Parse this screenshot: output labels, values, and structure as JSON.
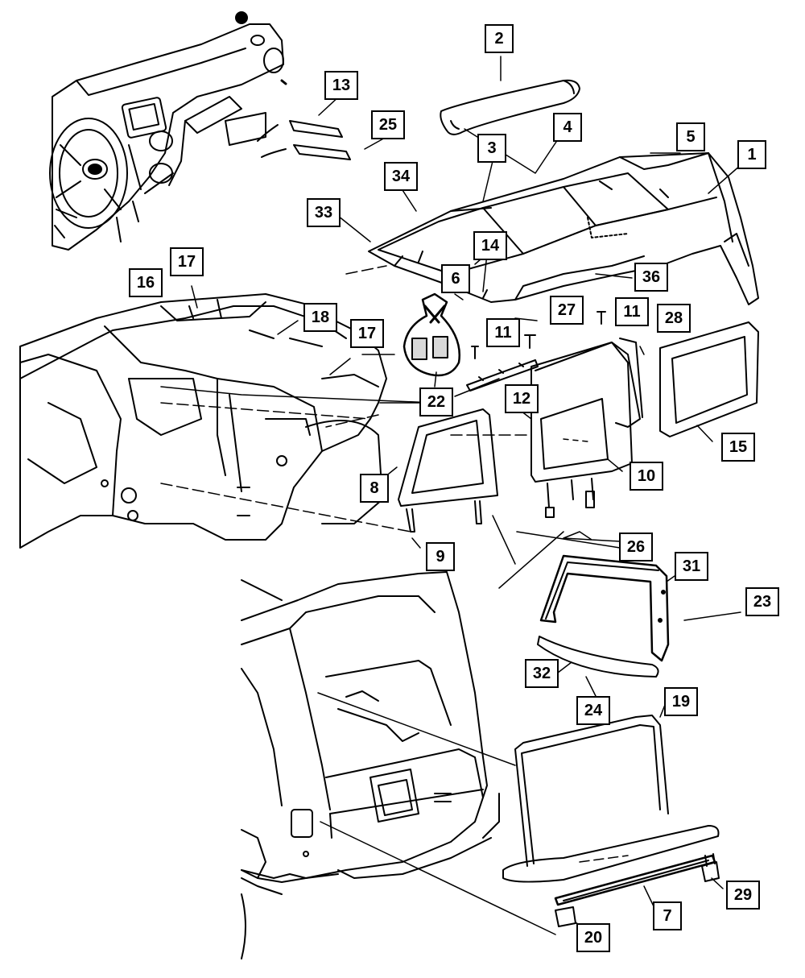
{
  "diagram": {
    "callouts": [
      {
        "id": "2",
        "label": "2"
      },
      {
        "id": "13",
        "label": "13"
      },
      {
        "id": "25",
        "label": "25"
      },
      {
        "id": "4",
        "label": "4"
      },
      {
        "id": "5",
        "label": "5"
      },
      {
        "id": "3",
        "label": "3"
      },
      {
        "id": "1",
        "label": "1"
      },
      {
        "id": "34",
        "label": "34"
      },
      {
        "id": "33",
        "label": "33"
      },
      {
        "id": "14",
        "label": "14"
      },
      {
        "id": "17a",
        "label": "17"
      },
      {
        "id": "16",
        "label": "16"
      },
      {
        "id": "6",
        "label": "6"
      },
      {
        "id": "36",
        "label": "36"
      },
      {
        "id": "18",
        "label": "18"
      },
      {
        "id": "27",
        "label": "27"
      },
      {
        "id": "11a",
        "label": "11"
      },
      {
        "id": "11b",
        "label": "11"
      },
      {
        "id": "28",
        "label": "28"
      },
      {
        "id": "17b",
        "label": "17"
      },
      {
        "id": "22",
        "label": "22"
      },
      {
        "id": "12",
        "label": "12"
      },
      {
        "id": "15",
        "label": "15"
      },
      {
        "id": "8",
        "label": "8"
      },
      {
        "id": "10",
        "label": "10"
      },
      {
        "id": "26",
        "label": "26"
      },
      {
        "id": "9",
        "label": "9"
      },
      {
        "id": "31",
        "label": "31"
      },
      {
        "id": "23",
        "label": "23"
      },
      {
        "id": "32",
        "label": "32"
      },
      {
        "id": "24",
        "label": "24"
      },
      {
        "id": "19",
        "label": "19"
      },
      {
        "id": "29",
        "label": "29"
      },
      {
        "id": "7",
        "label": "7"
      },
      {
        "id": "20",
        "label": "20"
      }
    ],
    "colors": {
      "line": "#000000",
      "fill": "#ffffff",
      "shade": "#d9d9d9"
    }
  }
}
